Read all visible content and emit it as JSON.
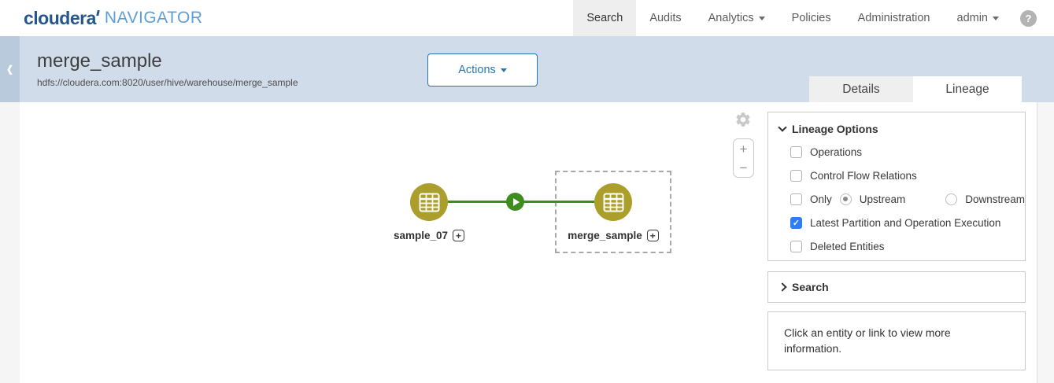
{
  "brand": {
    "name": "cloudera",
    "product": "NAVIGATOR"
  },
  "nav": {
    "items": [
      {
        "label": "Search",
        "active": true
      },
      {
        "label": "Audits",
        "active": false
      },
      {
        "label": "Analytics",
        "active": false,
        "dropdown": true
      },
      {
        "label": "Policies",
        "active": false
      },
      {
        "label": "Administration",
        "active": false
      },
      {
        "label": "admin",
        "active": false,
        "dropdown": true
      }
    ],
    "help_glyph": "?"
  },
  "header": {
    "title": "merge_sample",
    "path": "hdfs://cloudera.com:8020/user/hive/warehouse/merge_sample",
    "actions_label": "Actions",
    "back_glyph": "‹"
  },
  "tabs": [
    {
      "label": "Details",
      "active": false
    },
    {
      "label": "Lineage",
      "active": true
    }
  ],
  "canvas": {
    "zoom_in_glyph": "+",
    "zoom_out_glyph": "−",
    "expand_glyph": "+",
    "nodes": [
      {
        "label": "sample_07",
        "type": "hive-table",
        "selected": false
      },
      {
        "label": "merge_sample",
        "type": "hive-table",
        "selected": true
      }
    ],
    "edge": {
      "from": "sample_07",
      "to": "merge_sample",
      "icon": "play"
    }
  },
  "lineage_options": {
    "title": "Lineage Options",
    "check_glyph": "✓",
    "options": [
      {
        "label": "Operations",
        "checked": false
      },
      {
        "label": "Control Flow Relations",
        "checked": false
      },
      {
        "label": "Only",
        "checked": false
      },
      {
        "label": "Latest Partition and Operation Execution",
        "checked": true
      },
      {
        "label": "Deleted Entities",
        "checked": false
      }
    ],
    "radios": [
      {
        "label": "Upstream",
        "selected": true
      },
      {
        "label": "Downstream",
        "selected": false
      }
    ]
  },
  "search_panel": {
    "title": "Search"
  },
  "info_panel": {
    "text": "Click an entity or link to view more information."
  },
  "colors": {
    "accent_blue": "#2a75ad",
    "brand_dark": "#26568c",
    "brand_light": "#5c9fd6",
    "header_band": "#d0dcea",
    "node_olive": "#ab9e2b",
    "edge_green": "#3f8c1f",
    "checkbox_blue": "#2c7ef8"
  }
}
